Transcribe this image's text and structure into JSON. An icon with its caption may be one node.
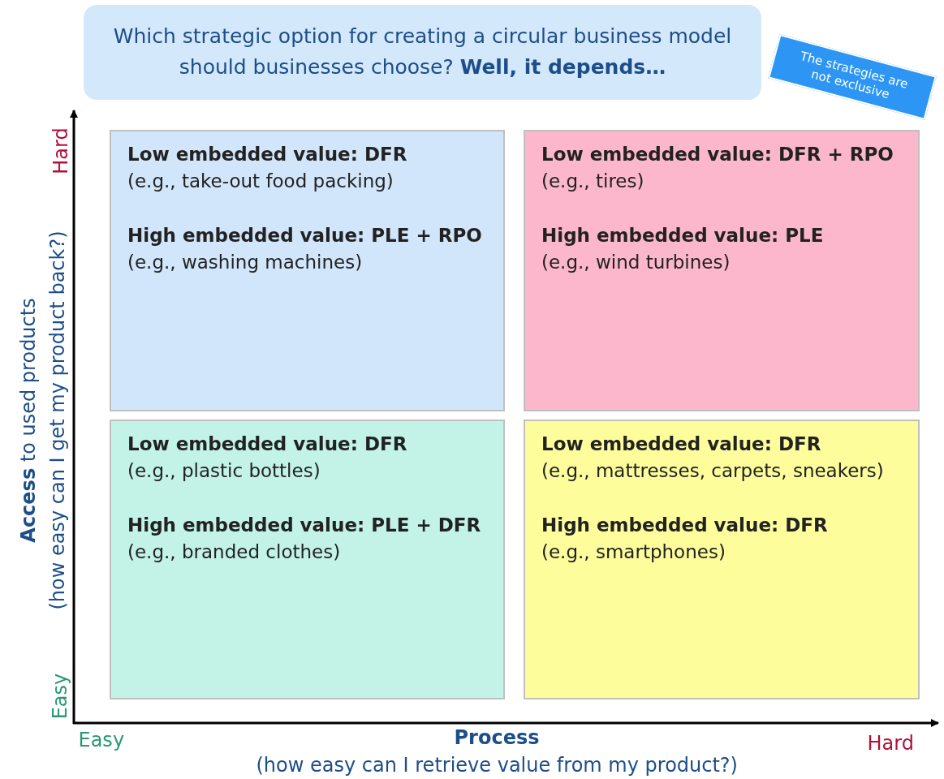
{
  "diagram": {
    "nodes": [
      {
        "text": [
          "Which strategic option for creating a circular business model should businesses choose? **Well, it depends…**"
        ]
      },
      {
        "text": [
          "The strategies are not exclusive"
        ]
      },
      {
        "text": [
          "Low embedded value: DFR",
          "(e.g., take-out food packing)",
          "High embedded value: PLE + RPO",
          "(e.g., washing machines)"
        ]
      },
      {
        "text": [
          "Low embedded value: DFR + RPO",
          "(e.g., tires)",
          "High embedded value: PLE",
          "(e.g., wind turbines)"
        ]
      },
      {
        "text": [
          "Low embedded value: DFR",
          "(e.g., plastic bottles)",
          "High embedded value: PLE + DFR",
          "(e.g., branded clothes)"
        ]
      },
      {
        "text": [
          "Low embedded value: DFR",
          "(e.g., mattresses, carpets, sneakers)",
          "High embedded value: DFR",
          "(e.g., smartphones)"
        ]
      }
    ],
    "edges": [],
    "labels": [
      "Hard",
      "**Access** to used products",
      "(how easy can I get my product back?)",
      "Easy",
      "Easy",
      "Process",
      "Hard",
      "(how easy can I retrieve value from my product?)"
    ]
  }
}
